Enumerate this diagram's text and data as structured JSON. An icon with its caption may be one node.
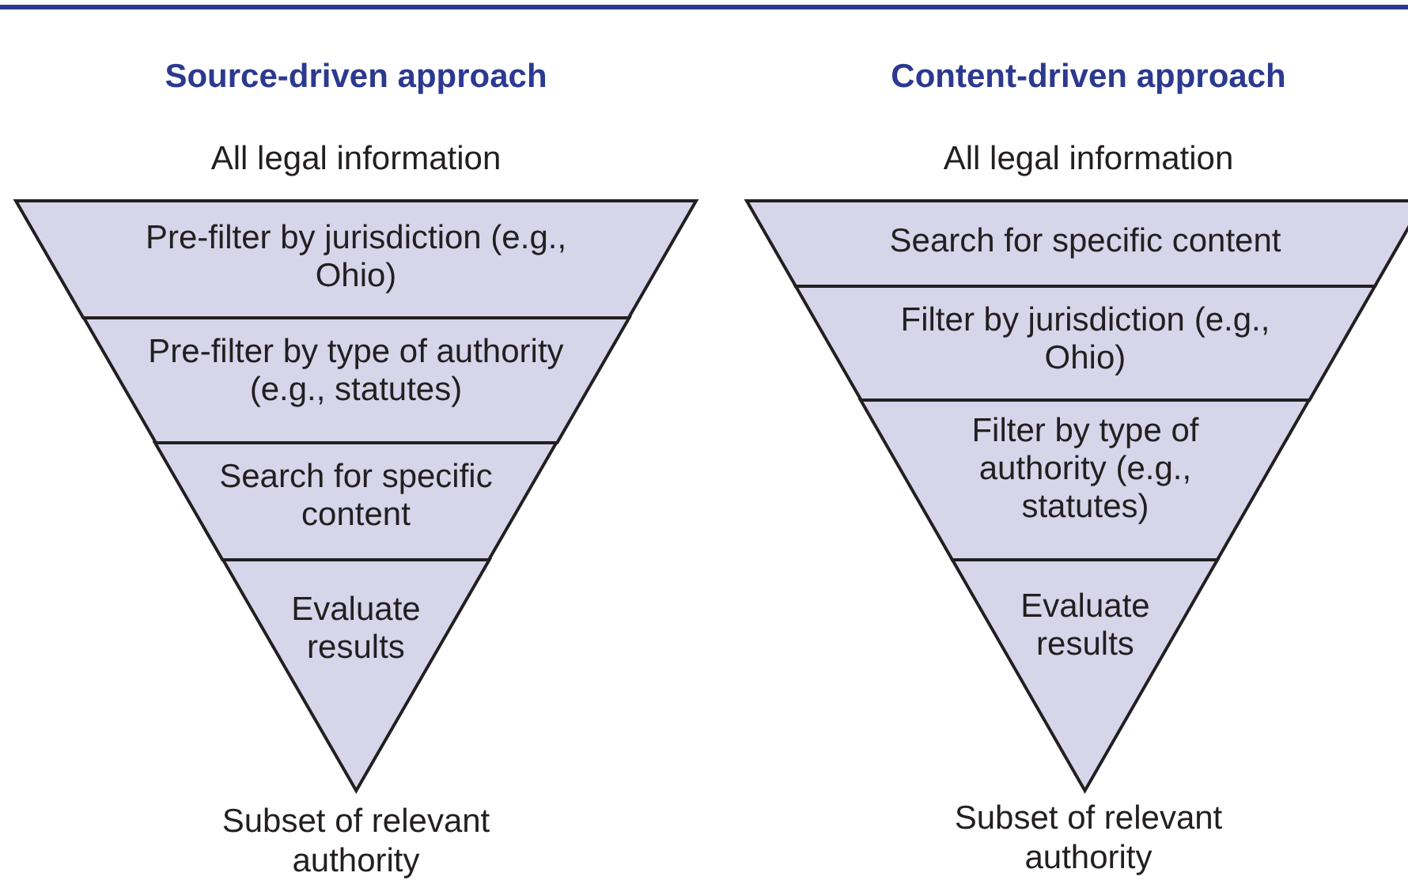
{
  "diagram": {
    "nodes": [
      {
        "text": [
          "Pre-filter by jurisdiction (e.g., Ohio)"
        ]
      },
      {
        "text": [
          "Pre-filter by type of authority (e.g., statutes)"
        ]
      },
      {
        "text": [
          "Search for specific content"
        ]
      },
      {
        "text": [
          "Evaluate results"
        ]
      },
      {
        "text": [
          "Search for specific content"
        ]
      },
      {
        "text": [
          "Filter by jurisdiction (e.g., Ohio)"
        ]
      },
      {
        "text": [
          "Filter by type of authority (e.g., statutes)"
        ]
      },
      {
        "text": [
          "Evaluate results"
        ]
      }
    ],
    "edges": [],
    "labels": [
      "Source-driven approach",
      "Content-driven approach",
      "All legal information",
      "All legal information",
      "Subset of relevant authority",
      "Subset of relevant authority"
    ]
  }
}
